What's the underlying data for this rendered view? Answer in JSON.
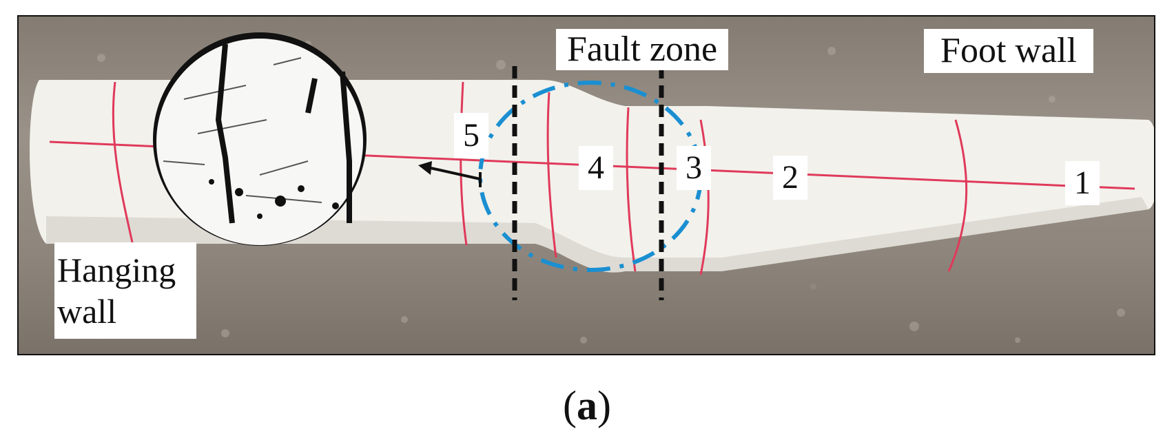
{
  "figure": {
    "labels": {
      "fault_zone": "Fault zone",
      "foot_wall": "Foot wall",
      "hanging_wall_line1": "Hanging",
      "hanging_wall_line2": "wall"
    },
    "markers": [
      "5",
      "4",
      "3",
      "2",
      "1"
    ],
    "caption_open": "(",
    "caption_letter": "a",
    "caption_close": ")",
    "colors": {
      "dashed_circle": "#1a8fd1",
      "fault_lines": "#111111",
      "pipe": "#f2f1ec",
      "marks": "#e0395a"
    }
  }
}
